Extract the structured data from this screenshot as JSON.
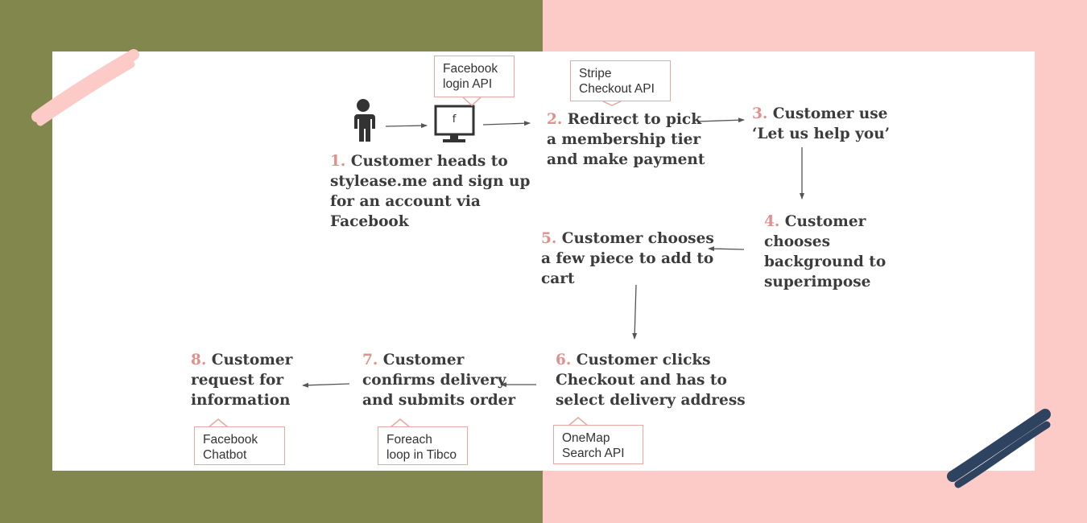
{
  "steps": [
    {
      "num": "1.",
      "text": " Customer heads to\nstylease.me and sign up\nfor an account via\nFacebook"
    },
    {
      "num": "2.",
      "text": " Redirect to pick\na membership tier\nand make payment"
    },
    {
      "num": "3.",
      "text": " Customer use\n‘Let us help you’"
    },
    {
      "num": "4.",
      "text": " Customer\nchooses\nbackground to\nsuperimpose"
    },
    {
      "num": "5.",
      "text": " Customer chooses\na few piece to add to\ncart"
    },
    {
      "num": "6.",
      "text": " Customer clicks\nCheckout and has to\nselect delivery address"
    },
    {
      "num": "7.",
      "text": " Customer\nconfirms delivery\nand submits order"
    },
    {
      "num": "8.",
      "text": " Customer\nrequest for\ninformation"
    }
  ],
  "callouts": {
    "facebook_login": "Facebook\nlogin API",
    "stripe": "Stripe\nCheckout API",
    "onemap": "OneMap\nSearch API",
    "tibco": "Foreach\nloop in Tibco",
    "chatbot": "Facebook\nChatbot"
  },
  "icons": {
    "person": "person-icon",
    "computer": "computer-facebook-icon",
    "facebook_glyph": "f"
  },
  "colors": {
    "olive": "#82874d",
    "pink": "#fccbc8",
    "step_number": "#e0908d",
    "callout_border": "#e8a7a3",
    "brush_navy": "#2e4360"
  }
}
